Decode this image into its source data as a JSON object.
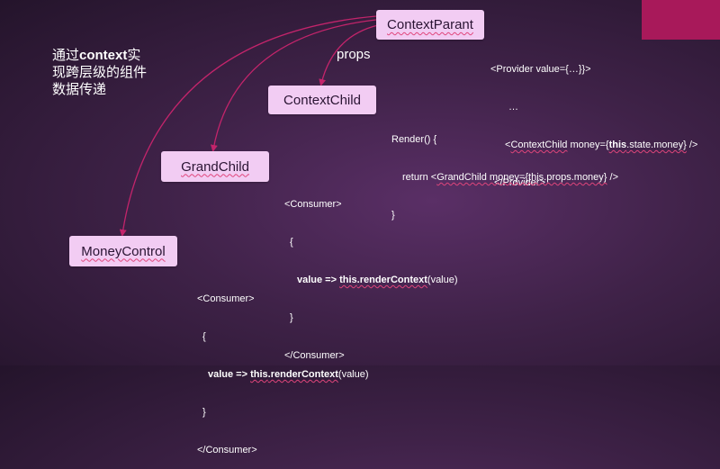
{
  "colors": {
    "accent": "#a8195a",
    "node_fill": "#f2ccf3",
    "arrow": "#c3246b"
  },
  "title": {
    "line1_prefix": "通过",
    "line1_bold": "context",
    "line1_suffix": "实",
    "line2": "现跨层级的组件",
    "line3": "数据传递"
  },
  "props_label": "props",
  "nodes": {
    "parent": "ContextParant",
    "child": "ContextChild",
    "grandchild": "GrandChild",
    "money": "MoneyControl"
  },
  "provider_code": {
    "l1": "<Provider value={…}}>",
    "l2": "…",
    "l3_prefix": "<",
    "l3_name": "ContextChild",
    "l3_mid": " money={",
    "l3_this": "this",
    "l3_rest": ".state.money}",
    "l3_end": " />",
    "l4": "</Provider>"
  },
  "render_code": {
    "l1": "Render() {",
    "l2_prefix": "return <",
    "l2_name": "GrandChild",
    "l2_mid": " money={this.props.money}",
    "l2_end": " />",
    "l3": "}"
  },
  "consumer_code": {
    "open": "<Consumer>",
    "brace_open": "{",
    "value_prefix": "value => ",
    "value_this": "this",
    "value_method": ".renderContext",
    "value_suffix": "(value)",
    "brace_close": "}",
    "close": "</Consumer>"
  }
}
